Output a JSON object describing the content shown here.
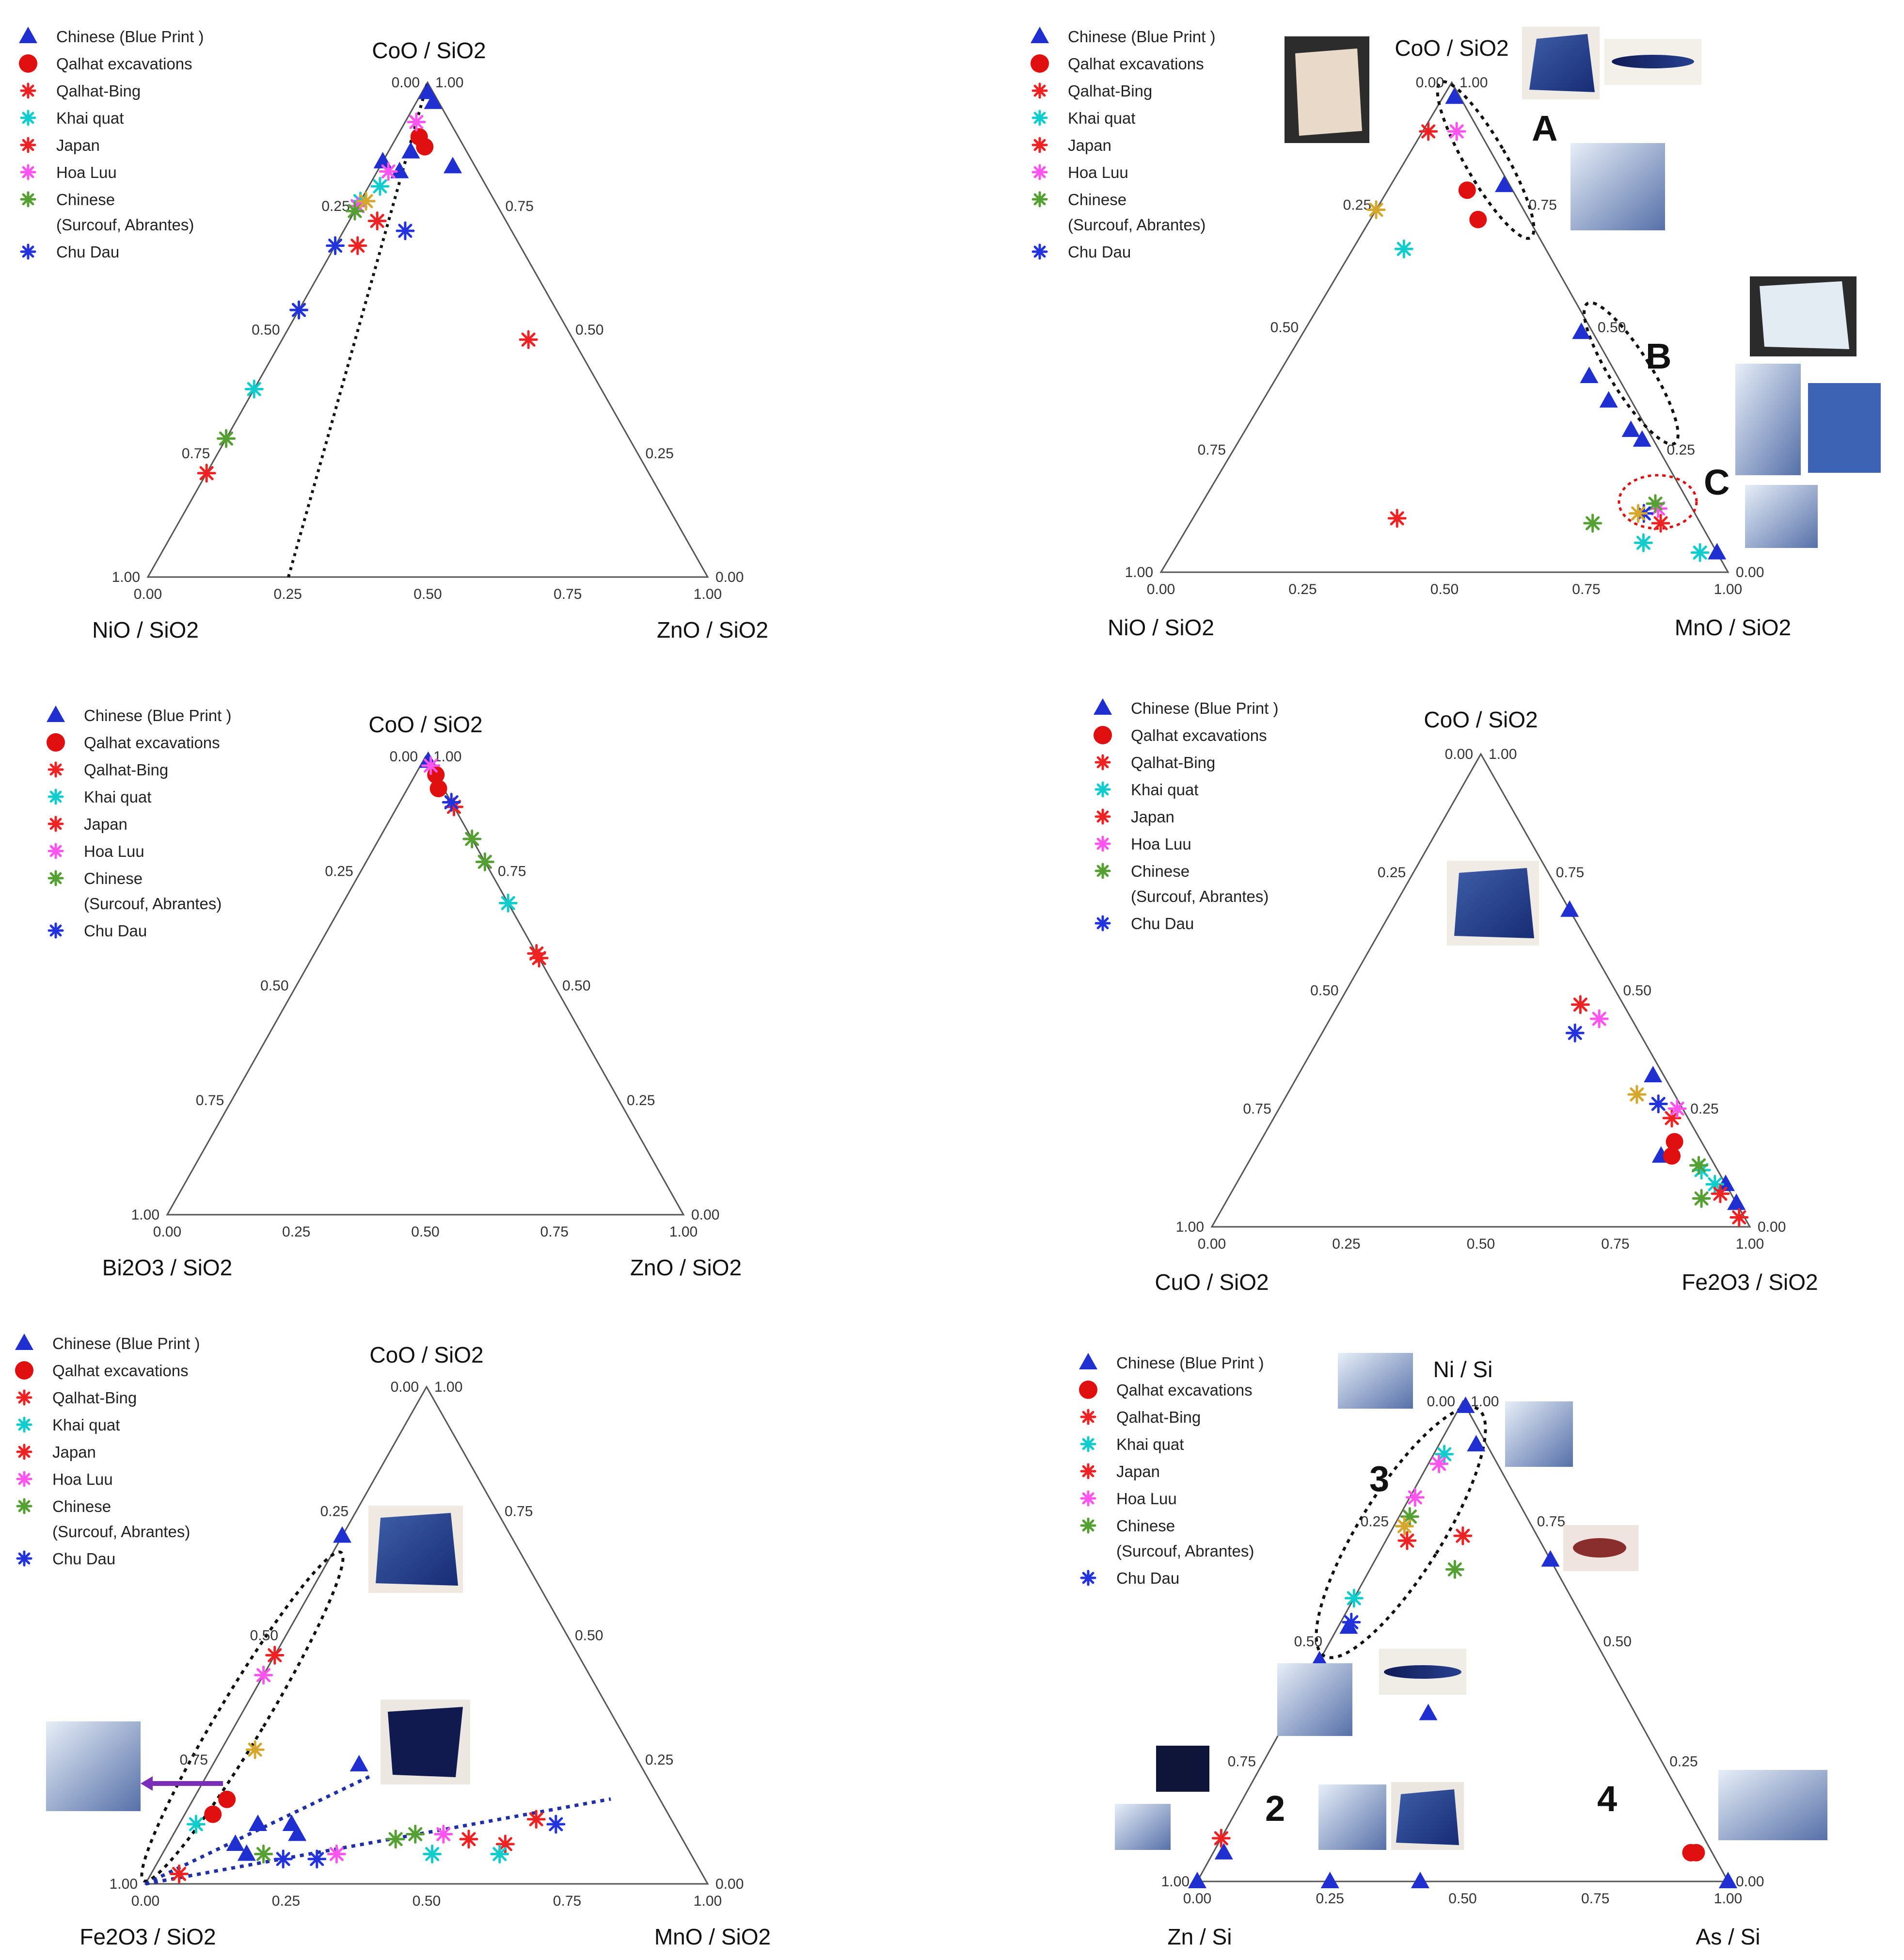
{
  "legend": {
    "items": [
      {
        "label": "Chinese (Blue Print )",
        "color": "#1f2fd0",
        "marker": "triangle"
      },
      {
        "label": "Qalhat excavations",
        "color": "#e01010",
        "marker": "circle"
      },
      {
        "label": "Qalhat-Bing",
        "color": "#ee2222",
        "marker": "star"
      },
      {
        "label": "Khai quat",
        "color": "#11cccc",
        "marker": "star"
      },
      {
        "label": "Japan",
        "color": "#ee2222",
        "marker": "star"
      },
      {
        "label": "Hoa Luu",
        "color": "#ff55ee",
        "marker": "star"
      },
      {
        "label": "Chinese",
        "label2": "(Surcouf, Abrantes)",
        "color": "#55a032",
        "marker": "star"
      },
      {
        "label": "Chu Dau",
        "color": "#2233dd",
        "marker": "star"
      }
    ]
  },
  "chart_data": [
    {
      "type": "scatter",
      "subtype": "ternary",
      "top_label": "CoO / SiO2",
      "left_label": "NiO / SiO2",
      "right_label": "ZnO / SiO2",
      "left_ticks": [
        "0.00",
        "0.25",
        "0.50",
        "0.75",
        "1.00"
      ],
      "right_ticks": [
        "1.00",
        "0.75",
        "0.50",
        "0.25",
        "0.00"
      ],
      "bottom_ticks": [
        "0.00",
        "0.25",
        "0.50",
        "0.75",
        "1.00"
      ],
      "annotations": [],
      "trend_line": [
        [
          0.5,
          0.0
        ],
        [
          0.25,
          0.0
        ]
      ],
      "points": [
        {
          "s": 0,
          "c": 0.98,
          "r": 0.01
        },
        {
          "s": 0,
          "c": 0.96,
          "r": 0.03
        },
        {
          "s": 0,
          "c": 0.86,
          "r": 0.04
        },
        {
          "s": 0,
          "c": 0.83,
          "r": 0.13
        },
        {
          "s": 0,
          "c": 0.84,
          "r": 0.0
        },
        {
          "s": 0,
          "c": 0.82,
          "r": 0.04
        },
        {
          "s": 1,
          "c": 0.89,
          "r": 0.04
        },
        {
          "s": 1,
          "c": 0.87,
          "r": 0.06
        },
        {
          "s": 2,
          "c": 0.72,
          "r": 0.05
        },
        {
          "s": 3,
          "c": 0.79,
          "r": 0.02
        },
        {
          "s": 3,
          "c": 0.76,
          "r": 0.0
        },
        {
          "s": 3,
          "c": 0.38,
          "r": 0.0
        },
        {
          "s": 4,
          "c": 0.67,
          "r": 0.04
        },
        {
          "s": 4,
          "c": 0.21,
          "r": 0.0
        },
        {
          "s": 4,
          "c": 0.48,
          "r": 0.44
        },
        {
          "s": 5,
          "c": 0.92,
          "r": 0.02
        },
        {
          "s": 5,
          "c": 0.75,
          "r": 0.0
        },
        {
          "s": 5,
          "c": 0.82,
          "r": 0.02
        },
        {
          "s": 6,
          "c": 0.74,
          "r": 0.0
        },
        {
          "s": 6,
          "c": 0.54,
          "r": 0.0
        },
        {
          "s": 6,
          "c": 0.28,
          "r": 0.0
        },
        {
          "s": 7,
          "c": 0.67,
          "r": 0.0
        },
        {
          "s": 7,
          "c": 0.54,
          "r": 0.0
        },
        {
          "s": 7,
          "c": 0.7,
          "r": 0.11
        },
        {
          "s": 8,
          "c": 0.76,
          "r": 0.01
        }
      ]
    },
    {
      "type": "scatter",
      "subtype": "ternary",
      "top_label": "CoO / SiO2",
      "left_label": "NiO / SiO2",
      "right_label": "MnO / SiO2",
      "left_ticks": [
        "0.00",
        "0.25",
        "0.50",
        "0.75",
        "1.00"
      ],
      "right_ticks": [
        "1.00",
        "0.75",
        "0.50",
        "0.25",
        "0.00"
      ],
      "bottom_ticks": [
        "0.00",
        "0.25",
        "0.50",
        "0.75",
        "1.00"
      ],
      "annotations": [
        "A",
        "B",
        "C"
      ],
      "points": [
        {
          "s": 0,
          "c": 0.97,
          "r": 0.02
        },
        {
          "s": 0,
          "c": 0.79,
          "r": 0.2
        },
        {
          "s": 0,
          "c": 0.49,
          "r": 0.49
        },
        {
          "s": 0,
          "c": 0.4,
          "r": 0.55
        },
        {
          "s": 0,
          "c": 0.35,
          "r": 0.61
        },
        {
          "s": 0,
          "c": 0.29,
          "r": 0.68
        },
        {
          "s": 0,
          "c": 0.27,
          "r": 0.71
        },
        {
          "s": 0,
          "c": 0.04,
          "r": 0.96
        },
        {
          "s": 1,
          "c": 0.78,
          "r": 0.14
        },
        {
          "s": 1,
          "c": 0.72,
          "r": 0.19
        },
        {
          "s": 2,
          "c": 0.9,
          "r": 0.01
        },
        {
          "s": 3,
          "c": 0.66,
          "r": 0.09
        },
        {
          "s": 3,
          "c": 0.06,
          "r": 0.82
        },
        {
          "s": 3,
          "c": 0.04,
          "r": 0.93
        },
        {
          "s": 4,
          "c": 0.1,
          "r": 0.83
        },
        {
          "s": 4,
          "c": 0.11,
          "r": 0.36
        },
        {
          "s": 5,
          "c": 0.9,
          "r": 0.06
        },
        {
          "s": 5,
          "c": 0.13,
          "r": 0.81
        },
        {
          "s": 6,
          "c": 0.1,
          "r": 0.71
        },
        {
          "s": 6,
          "c": 0.14,
          "r": 0.8
        },
        {
          "s": 7,
          "c": 0.12,
          "r": 0.79
        },
        {
          "s": 8,
          "c": 0.74,
          "r": 0.0
        },
        {
          "s": 8,
          "c": 0.12,
          "r": 0.78
        }
      ]
    },
    {
      "type": "scatter",
      "subtype": "ternary",
      "top_label": "CoO / SiO2",
      "left_label": "Bi2O3 / SiO2",
      "right_label": "ZnO / SiO2",
      "left_ticks": [
        "0.00",
        "0.25",
        "0.50",
        "0.75",
        "1.00"
      ],
      "right_ticks": [
        "1.00",
        "0.75",
        "0.50",
        "0.25",
        "0.00"
      ],
      "bottom_ticks": [
        "0.00",
        "0.25",
        "0.50",
        "0.75",
        "1.00"
      ],
      "annotations": [],
      "points": [
        {
          "s": 0,
          "c": 0.99,
          "r": 0.01
        },
        {
          "s": 1,
          "c": 0.96,
          "r": 0.04
        },
        {
          "s": 1,
          "c": 0.93,
          "r": 0.06
        },
        {
          "s": 4,
          "c": 0.89,
          "r": 0.11
        },
        {
          "s": 4,
          "c": 0.56,
          "r": 0.44
        },
        {
          "s": 5,
          "c": 0.98,
          "r": 0.02
        },
        {
          "s": 6,
          "c": 0.82,
          "r": 0.18
        },
        {
          "s": 6,
          "c": 0.77,
          "r": 0.23
        },
        {
          "s": 3,
          "c": 0.68,
          "r": 0.32
        },
        {
          "s": 7,
          "c": 0.9,
          "r": 0.1
        },
        {
          "s": 2,
          "c": 0.57,
          "r": 0.43
        }
      ]
    },
    {
      "type": "scatter",
      "subtype": "ternary",
      "top_label": "CoO / SiO2",
      "left_label": "CuO / SiO2",
      "right_label": "Fe2O3 / SiO2",
      "left_ticks": [
        "0.00",
        "0.25",
        "0.50",
        "0.75",
        "1.00"
      ],
      "right_ticks": [
        "1.00",
        "0.75",
        "0.50",
        "0.25",
        "0.00"
      ],
      "bottom_ticks": [
        "0.00",
        "0.25",
        "0.50",
        "0.75",
        "1.00"
      ],
      "annotations": [],
      "points": [
        {
          "s": 0,
          "c": 0.67,
          "r": 0.33
        },
        {
          "s": 0,
          "c": 0.32,
          "r": 0.66
        },
        {
          "s": 0,
          "c": 0.15,
          "r": 0.76
        },
        {
          "s": 0,
          "c": 0.05,
          "r": 0.95
        },
        {
          "s": 0,
          "c": 0.09,
          "r": 0.91
        },
        {
          "s": 1,
          "c": 0.18,
          "r": 0.77
        },
        {
          "s": 1,
          "c": 0.15,
          "r": 0.78
        },
        {
          "s": 2,
          "c": 0.47,
          "r": 0.45
        },
        {
          "s": 2,
          "c": 0.02,
          "r": 0.97
        },
        {
          "s": 3,
          "c": 0.12,
          "r": 0.85
        },
        {
          "s": 3,
          "c": 0.09,
          "r": 0.89
        },
        {
          "s": 4,
          "c": 0.23,
          "r": 0.74
        },
        {
          "s": 4,
          "c": 0.07,
          "r": 0.91
        },
        {
          "s": 5,
          "c": 0.44,
          "r": 0.5
        },
        {
          "s": 5,
          "c": 0.25,
          "r": 0.74
        },
        {
          "s": 6,
          "c": 0.06,
          "r": 0.88
        },
        {
          "s": 6,
          "c": 0.13,
          "r": 0.84
        },
        {
          "s": 7,
          "c": 0.41,
          "r": 0.47
        },
        {
          "s": 7,
          "c": 0.26,
          "r": 0.7
        },
        {
          "s": 8,
          "c": 0.28,
          "r": 0.65
        }
      ]
    },
    {
      "type": "scatter",
      "subtype": "ternary",
      "top_label": "CoO / SiO2",
      "left_label": "Fe2O3 / SiO2",
      "right_label": "MnO / SiO2",
      "left_ticks": [
        "0.00",
        "0.25",
        "0.50",
        "0.75",
        "1.00"
      ],
      "right_ticks": [
        "1.00",
        "0.75",
        "0.50",
        "0.25",
        "0.00"
      ],
      "bottom_ticks": [
        "0.00",
        "0.25",
        "0.50",
        "0.75",
        "1.00"
      ],
      "annotations": [],
      "points": [
        {
          "s": 0,
          "c": 0.7,
          "r": 0.0
        },
        {
          "s": 0,
          "c": 0.24,
          "r": 0.26
        },
        {
          "s": 0,
          "c": 0.12,
          "r": 0.14
        },
        {
          "s": 0,
          "c": 0.12,
          "r": 0.2
        },
        {
          "s": 0,
          "c": 0.08,
          "r": 0.12
        },
        {
          "s": 0,
          "c": 0.1,
          "r": 0.22
        },
        {
          "s": 0,
          "c": 0.06,
          "r": 0.15
        },
        {
          "s": 1,
          "c": 0.17,
          "r": 0.06
        },
        {
          "s": 1,
          "c": 0.14,
          "r": 0.05
        },
        {
          "s": 2,
          "c": 0.46,
          "r": 0.0
        },
        {
          "s": 2,
          "c": 0.08,
          "r": 0.6
        },
        {
          "s": 2,
          "c": 0.02,
          "r": 0.05
        },
        {
          "s": 3,
          "c": 0.12,
          "r": 0.03
        },
        {
          "s": 3,
          "c": 0.06,
          "r": 0.48
        },
        {
          "s": 3,
          "c": 0.06,
          "r": 0.6
        },
        {
          "s": 4,
          "c": 0.09,
          "r": 0.53
        },
        {
          "s": 4,
          "c": 0.13,
          "r": 0.63
        },
        {
          "s": 5,
          "c": 0.42,
          "r": 0.0
        },
        {
          "s": 5,
          "c": 0.1,
          "r": 0.48
        },
        {
          "s": 5,
          "c": 0.06,
          "r": 0.31
        },
        {
          "s": 6,
          "c": 0.06,
          "r": 0.18
        },
        {
          "s": 6,
          "c": 0.1,
          "r": 0.43
        },
        {
          "s": 6,
          "c": 0.09,
          "r": 0.4
        },
        {
          "s": 7,
          "c": 0.12,
          "r": 0.67
        },
        {
          "s": 7,
          "c": 0.05,
          "r": 0.22
        },
        {
          "s": 7,
          "c": 0.05,
          "r": 0.28
        },
        {
          "s": 8,
          "c": 0.27,
          "r": 0.06
        }
      ]
    },
    {
      "type": "scatter",
      "subtype": "ternary",
      "top_label": "Ni / Si",
      "left_label": "Zn / Si",
      "right_label": "As / Si",
      "left_ticks": [
        "0.00",
        "0.25",
        "0.50",
        "0.75",
        "1.00"
      ],
      "right_ticks": [
        "1.00",
        "0.75",
        "0.50",
        "0.25",
        "0.00"
      ],
      "bottom_ticks": [
        "0.00",
        "0.25",
        "0.50",
        "0.75",
        "1.00"
      ],
      "annotations": [
        "3",
        "2",
        "4"
      ],
      "points": [
        {
          "s": 0,
          "c": 0.99,
          "r": 0.01
        },
        {
          "s": 0,
          "c": 0.91,
          "r": 0.07
        },
        {
          "s": 0,
          "c": 0.67,
          "r": 0.33
        },
        {
          "s": 0,
          "c": 0.53,
          "r": 0.02
        },
        {
          "s": 0,
          "c": 0.46,
          "r": 0.0
        },
        {
          "s": 0,
          "c": 0.35,
          "r": 0.26
        },
        {
          "s": 0,
          "c": 0.06,
          "r": 0.02
        },
        {
          "s": 0,
          "c": 0.0,
          "r": 0.0
        },
        {
          "s": 0,
          "c": 0.0,
          "r": 0.25
        },
        {
          "s": 0,
          "c": 0.0,
          "r": 0.42
        },
        {
          "s": 0,
          "c": 0.0,
          "r": 1.0
        },
        {
          "s": 1,
          "c": 0.06,
          "r": 0.9
        },
        {
          "s": 1,
          "c": 0.06,
          "r": 0.91
        },
        {
          "s": 2,
          "c": 0.72,
          "r": 0.14
        },
        {
          "s": 3,
          "c": 0.89,
          "r": 0.02
        },
        {
          "s": 3,
          "c": 0.59,
          "r": 0.0
        },
        {
          "s": 4,
          "c": 0.71,
          "r": 0.04
        },
        {
          "s": 4,
          "c": 0.09,
          "r": 0.0
        },
        {
          "s": 5,
          "c": 0.87,
          "r": 0.02
        },
        {
          "s": 5,
          "c": 0.8,
          "r": 0.01
        },
        {
          "s": 6,
          "c": 0.76,
          "r": 0.02
        },
        {
          "s": 6,
          "c": 0.65,
          "r": 0.16
        },
        {
          "s": 7,
          "c": 0.54,
          "r": 0.02
        },
        {
          "s": 8,
          "c": 0.74,
          "r": 0.02
        }
      ]
    }
  ]
}
